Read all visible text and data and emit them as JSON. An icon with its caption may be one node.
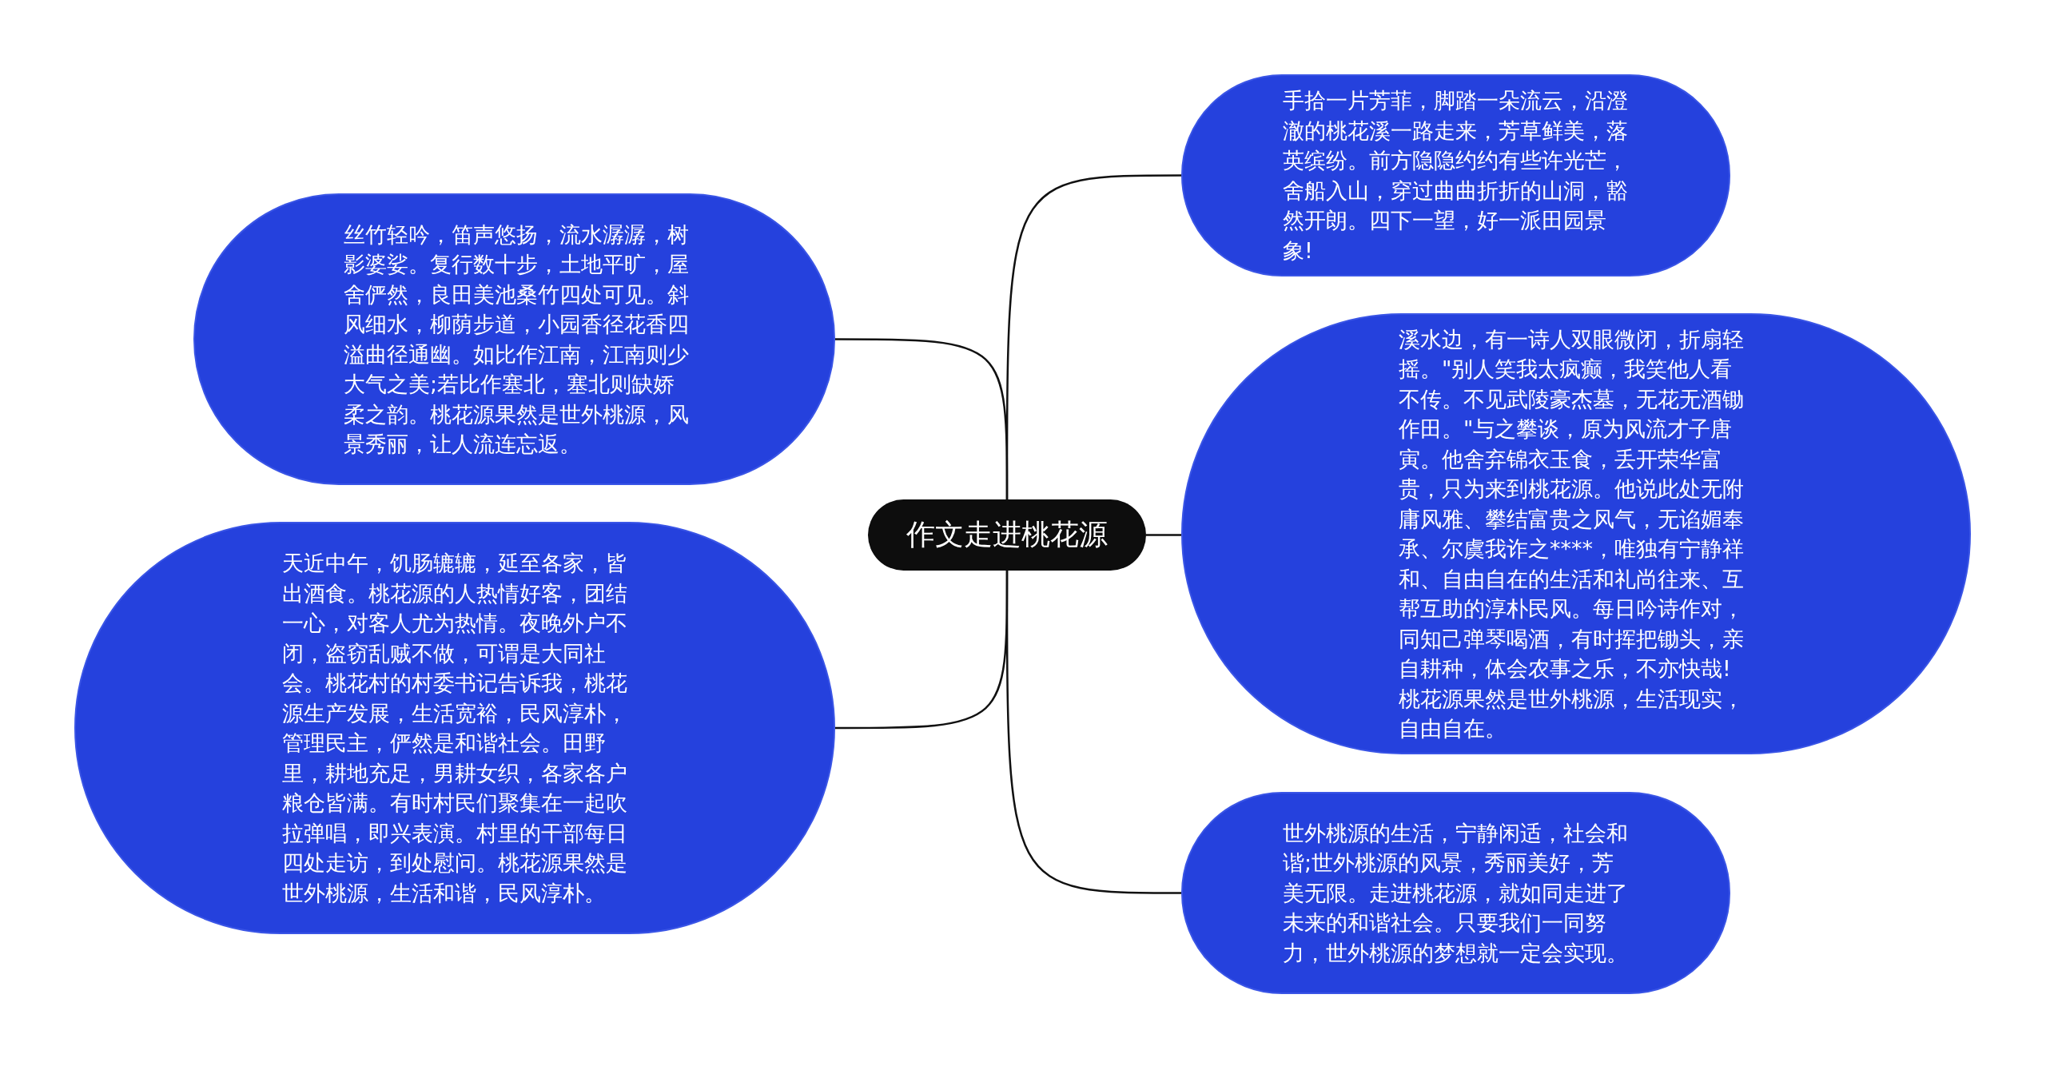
{
  "diagram": {
    "nodes": [
      {
        "text": [
          "作文走进桃花源"
        ]
      },
      {
        "text": [
          "手拾一片芳菲，脚踏一朵流云，沿澄澈的桃花溪一路走来，芳草鲜美，落英缤纷。前方隐隐约约有些许光芒，舍船入山，穿过曲曲折折的山洞，豁然开朗。四下一望，好一派田园景象!"
        ]
      },
      {
        "text": [
          "溪水边，有一诗人双眼微闭，折扇轻摇。\"别人笑我太疯癫，我笑他人看不传。不见武陵豪杰墓，无花无酒锄作田。\"与之攀谈，原为风流才子唐寅。他舍弃锦衣玉食，丢开荣华富贵，只为来到桃花源。他说此处无附庸风雅、攀结富贵之风气，无谄媚奉承、尔虞我诈之****，唯独有宁静祥和、自由自在的生活和礼尚往来、互帮互助的淳朴民风。每日吟诗作对，同知己弹琴喝酒，有时挥把锄头，亲自耕种，体会农事之乐，不亦快哉!桃花源果然是世外桃源，生活现实，自由自在。"
        ]
      },
      {
        "text": [
          "世外桃源的生活，宁静闲适，社会和谐;世外桃源的风景，秀丽美好，芳美无限。走进桃花源，就如同走进了未来的和谐社会。只要我们一同努力，世外桃源的梦想就一定会实现。"
        ]
      },
      {
        "text": [
          "丝竹轻吟，笛声悠扬，流水潺潺，树影婆娑。复行数十步，土地平旷，屋舍俨然，良田美池桑竹四处可见。斜风细水，柳荫步道，小园香径花香四溢曲径通幽。如比作江南，江南则少大气之美;若比作塞北，塞北则缺娇柔之韵。桃花源果然是世外桃源，风景秀丽，让人流连忘返。"
        ]
      },
      {
        "text": [
          "天近中午，饥肠辘辘，延至各家，皆出酒食。桃花源的人热情好客，团结一心，对客人尤为热情。夜晚外户不闭，盗窃乱贼不做，可谓是大同社会。桃花村的村委书记告诉我，桃花源生产发展，生活宽裕，民风淳朴，管理民主，俨然是和谐社会。田野里，耕地充足，男耕女织，各家各户粮仓皆满。有时村民们聚集在一起吹拉弹唱，即兴表演。村里的干部每日四处走访，到处慰问。桃花源果然是世外桃源，生活和谐，民风淳朴。"
        ]
      }
    ],
    "edges": [
      {
        "from": 0,
        "to": 1,
        "arrow": "none"
      },
      {
        "from": 0,
        "to": 2,
        "arrow": "none"
      },
      {
        "from": 0,
        "to": 3,
        "arrow": "none"
      },
      {
        "from": 0,
        "to": 4,
        "arrow": "none"
      },
      {
        "from": 0,
        "to": 5,
        "arrow": "none"
      }
    ]
  }
}
